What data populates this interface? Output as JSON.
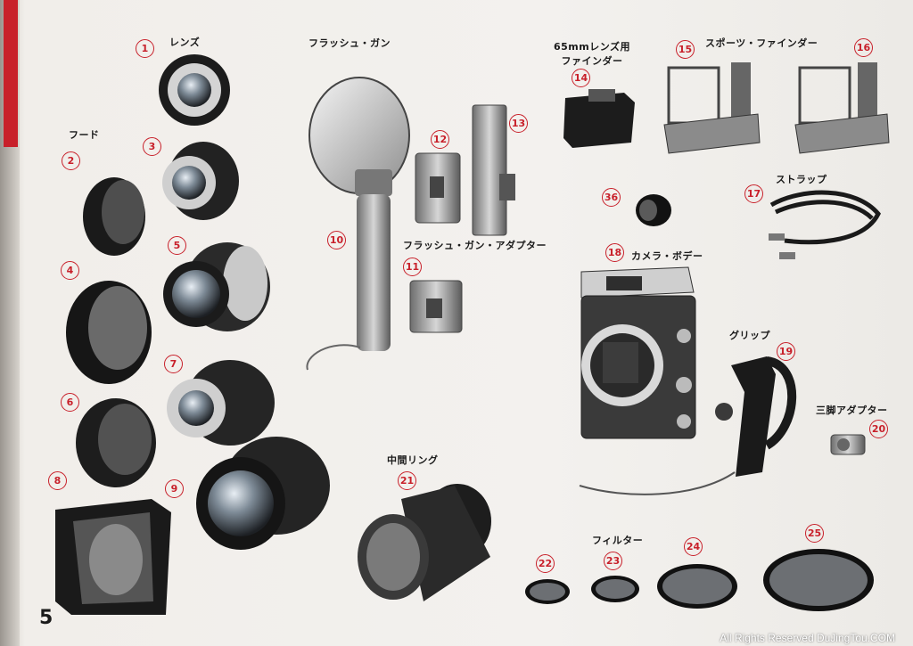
{
  "page_number": "5",
  "watermark": "All Rights Reserved DuJingTou.COM",
  "labels": {
    "lens": "レンズ",
    "hood": "フード",
    "flash_gun": "フラッシュ・ガン",
    "finder_65": "65mmレンズ用\nファインダー",
    "sports_finder": "スポーツ・ファインダー",
    "strap": "ストラップ",
    "flash_adapter": "フラッシュ・ガン・アダプター",
    "camera_body": "カメラ・ボデー",
    "grip": "グリップ",
    "tripod_adapter": "三脚アダプター",
    "extension_ring": "中間リング",
    "filter": "フィルター"
  },
  "numbers": [
    "1",
    "2",
    "3",
    "4",
    "5",
    "6",
    "7",
    "8",
    "9",
    "10",
    "11",
    "12",
    "13",
    "14",
    "15",
    "16",
    "17",
    "18",
    "19",
    "20",
    "21",
    "22",
    "23",
    "24",
    "25",
    "36"
  ],
  "colors": {
    "accent_red": "#c8202a",
    "ink": "#1a1a1a",
    "paper": "#f1eeea"
  }
}
